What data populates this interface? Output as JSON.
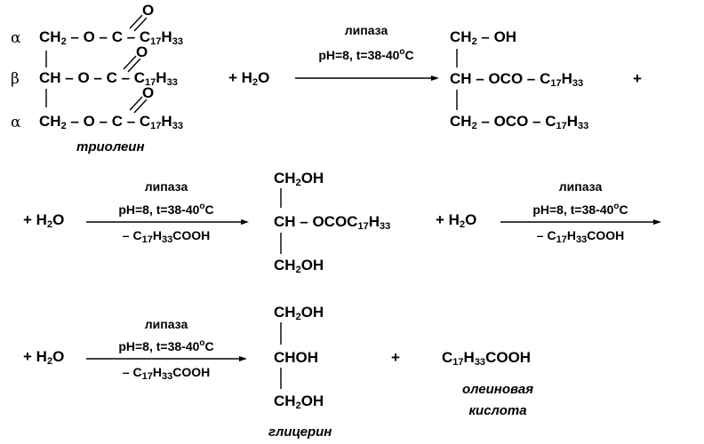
{
  "greek": {
    "alpha": "α",
    "beta": "β"
  },
  "triolein": {
    "lhs_row1": "CH<sub>2</sub> – O – C – C<sub>17</sub>H<sub>33</sub>",
    "lhs_row2": "CH – O – C – C<sub>17</sub>H<sub>33</sub>",
    "lhs_row3": "CH<sub>2</sub> – O – C – C<sub>17</sub>H<sub>33</sub>",
    "carbonyl_o": "O",
    "name": "триолеин"
  },
  "water_plus": "+  H<sub>2</sub>O",
  "water": "H<sub>2</sub>O",
  "plus": "+",
  "enzyme": "липаза",
  "conditions": "pH=8, t=38-40<sup>o</sup>C",
  "byproduct": "– C<sub>17</sub>H<sub>33</sub>COOH",
  "diglyceride": {
    "row1": "CH<sub>2</sub> – OH",
    "row2": "CH – OCO – C<sub>17</sub>H<sub>33</sub>",
    "row3": "CH<sub>2</sub> – OCO – C<sub>17</sub>H<sub>33</sub>"
  },
  "monoglyceride": {
    "row1": "CH<sub>2</sub>OH",
    "row2": "CH – OCOC<sub>17</sub>H<sub>33</sub>",
    "row3": "CH<sub>2</sub>OH"
  },
  "glycerol": {
    "row1": "CH<sub>2</sub>OH",
    "row2": "CHOH",
    "row3": "CH<sub>2</sub>OH",
    "name": "глицерин"
  },
  "oleic_acid": {
    "formula": "C<sub>17</sub>H<sub>33</sub>COOH",
    "name_line1": "олеиновая",
    "name_line2": "кислота"
  }
}
